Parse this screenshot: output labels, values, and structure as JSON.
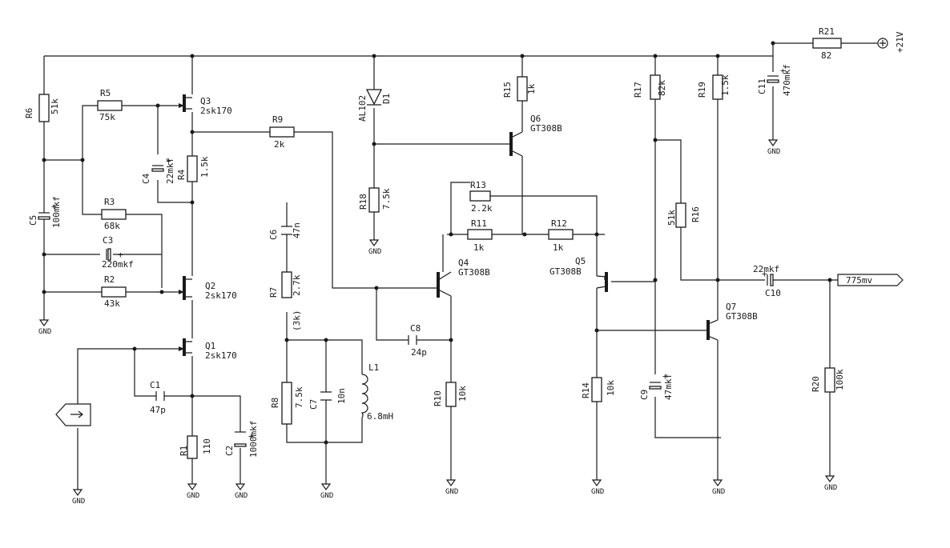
{
  "components": {
    "r1": {
      "ref": "R1",
      "value": "110"
    },
    "r2": {
      "ref": "R2",
      "value": "43k"
    },
    "r3": {
      "ref": "R3",
      "value": "68k"
    },
    "r4": {
      "ref": "R4",
      "value": "1.5k"
    },
    "r5": {
      "ref": "R5",
      "value": "75k"
    },
    "r6": {
      "ref": "R6",
      "value": "51k"
    },
    "r7": {
      "ref": "R7",
      "value": "2.7k",
      "alt": "(3k)"
    },
    "r8": {
      "ref": "R8",
      "value": "7.5k"
    },
    "r9": {
      "ref": "R9",
      "value": "2k"
    },
    "r10": {
      "ref": "R10",
      "value": "10k"
    },
    "r11": {
      "ref": "R11",
      "value": "1k"
    },
    "r12": {
      "ref": "R12",
      "value": "1k"
    },
    "r13": {
      "ref": "R13",
      "value": "2.2k"
    },
    "r14": {
      "ref": "R14",
      "value": "10k"
    },
    "r15": {
      "ref": "R15",
      "value": "1k"
    },
    "r16": {
      "ref": "R16",
      "value": "51k"
    },
    "r17": {
      "ref": "R17",
      "value": "82k"
    },
    "r18": {
      "ref": "R18",
      "value": "7.5k"
    },
    "r19": {
      "ref": "R19",
      "value": "1.5k"
    },
    "r20": {
      "ref": "R20",
      "value": "100k"
    },
    "r21": {
      "ref": "R21",
      "value": "82"
    },
    "c1": {
      "ref": "C1",
      "value": "47p"
    },
    "c2": {
      "ref": "C2",
      "value": "1000mkf"
    },
    "c3": {
      "ref": "C3",
      "value": "220mkf"
    },
    "c4": {
      "ref": "C4",
      "value": "22mkf"
    },
    "c5": {
      "ref": "C5",
      "value": "100mkf"
    },
    "c6": {
      "ref": "C6",
      "value": "47n"
    },
    "c7": {
      "ref": "C7",
      "value": "10n"
    },
    "c8": {
      "ref": "C8",
      "value": "24p"
    },
    "c9": {
      "ref": "C9",
      "value": "47mkf"
    },
    "c10": {
      "ref": "C10",
      "value": "22mkf"
    },
    "c11": {
      "ref": "C11",
      "value": "470mkf"
    },
    "l1": {
      "ref": "L1",
      "value": "6.8mH"
    },
    "d1": {
      "ref": "D1",
      "value": "AL102"
    },
    "q1": {
      "ref": "Q1",
      "value": "2sk170"
    },
    "q2": {
      "ref": "Q2",
      "value": "2sk170"
    },
    "q3": {
      "ref": "Q3",
      "value": "2sk170"
    },
    "q4": {
      "ref": "Q4",
      "value": "GT308B"
    },
    "q5": {
      "ref": "Q5",
      "value": "GT308B"
    },
    "q6": {
      "ref": "Q6",
      "value": "GT308B"
    },
    "q7": {
      "ref": "Q7",
      "value": "GT308B"
    }
  },
  "labels": {
    "gnd": "GND",
    "plus": "+",
    "supply": "+21V",
    "output": "775mv"
  }
}
